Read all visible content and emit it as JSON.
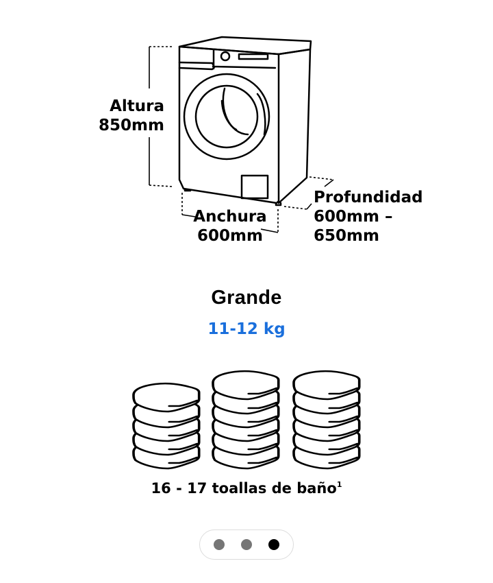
{
  "dimensions": {
    "height": {
      "label": "Altura",
      "value": "850mm"
    },
    "width": {
      "label": "Anchura",
      "value": "600mm"
    },
    "depth": {
      "label": "Profundidad",
      "value_line1": "600mm –",
      "value_line2": "650mm"
    }
  },
  "illustration": {
    "icon": "washing-machine-icon"
  },
  "size_category": {
    "title": "Grande",
    "capacity": "11-12 kg",
    "capacity_color": "#1a6fdc"
  },
  "towels": {
    "icon": "towel-stack-icon",
    "stacks": [
      5,
      6,
      6
    ],
    "caption": "16 - 17 toallas de baño",
    "footnote": "1"
  },
  "pagination": {
    "total": 3,
    "active_index": 2,
    "dot_color": "#767676",
    "active_color": "#000000"
  }
}
